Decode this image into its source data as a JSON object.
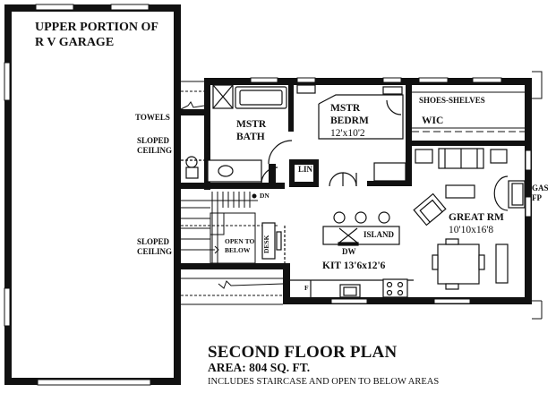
{
  "plan": {
    "title": "SECOND FLOOR PLAN",
    "area": "AREA: 804 SQ. FT.",
    "note": "INCLUDES STAIRCASE AND OPEN TO BELOW AREAS"
  },
  "garage": {
    "label_line1": "UPPER PORTION OF",
    "label_line2": "R V GARAGE"
  },
  "rooms": {
    "mstr_bath": {
      "line1": "MSTR",
      "line2": "BATH"
    },
    "mstr_bedrm": {
      "line1": "MSTR",
      "line2": "BEDRM",
      "dims": "12'x10'2"
    },
    "wic": {
      "label": "WIC",
      "shelves": "SHOES-SHELVES"
    },
    "great_rm": {
      "line1": "GREAT RM",
      "dims": "10'10x16'8"
    },
    "kitchen": {
      "label": "KIT 13'6x12'6"
    },
    "lin": {
      "label": "LIN"
    }
  },
  "annotations": {
    "towels": "TOWELS",
    "sloped_ceiling_upper": {
      "line1": "SLOPED",
      "line2": "CEILING"
    },
    "sloped_ceiling_lower": {
      "line1": "SLOPED",
      "line2": "CEILING"
    },
    "dn": "DN",
    "open_to_below": {
      "line1": "OPEN TO",
      "line2": "BELOW"
    },
    "desk": "DESK",
    "island": "ISLAND",
    "dw": "DW",
    "fridge": "F",
    "gas_fp": {
      "line1": "GAS",
      "line2": "FP"
    }
  }
}
